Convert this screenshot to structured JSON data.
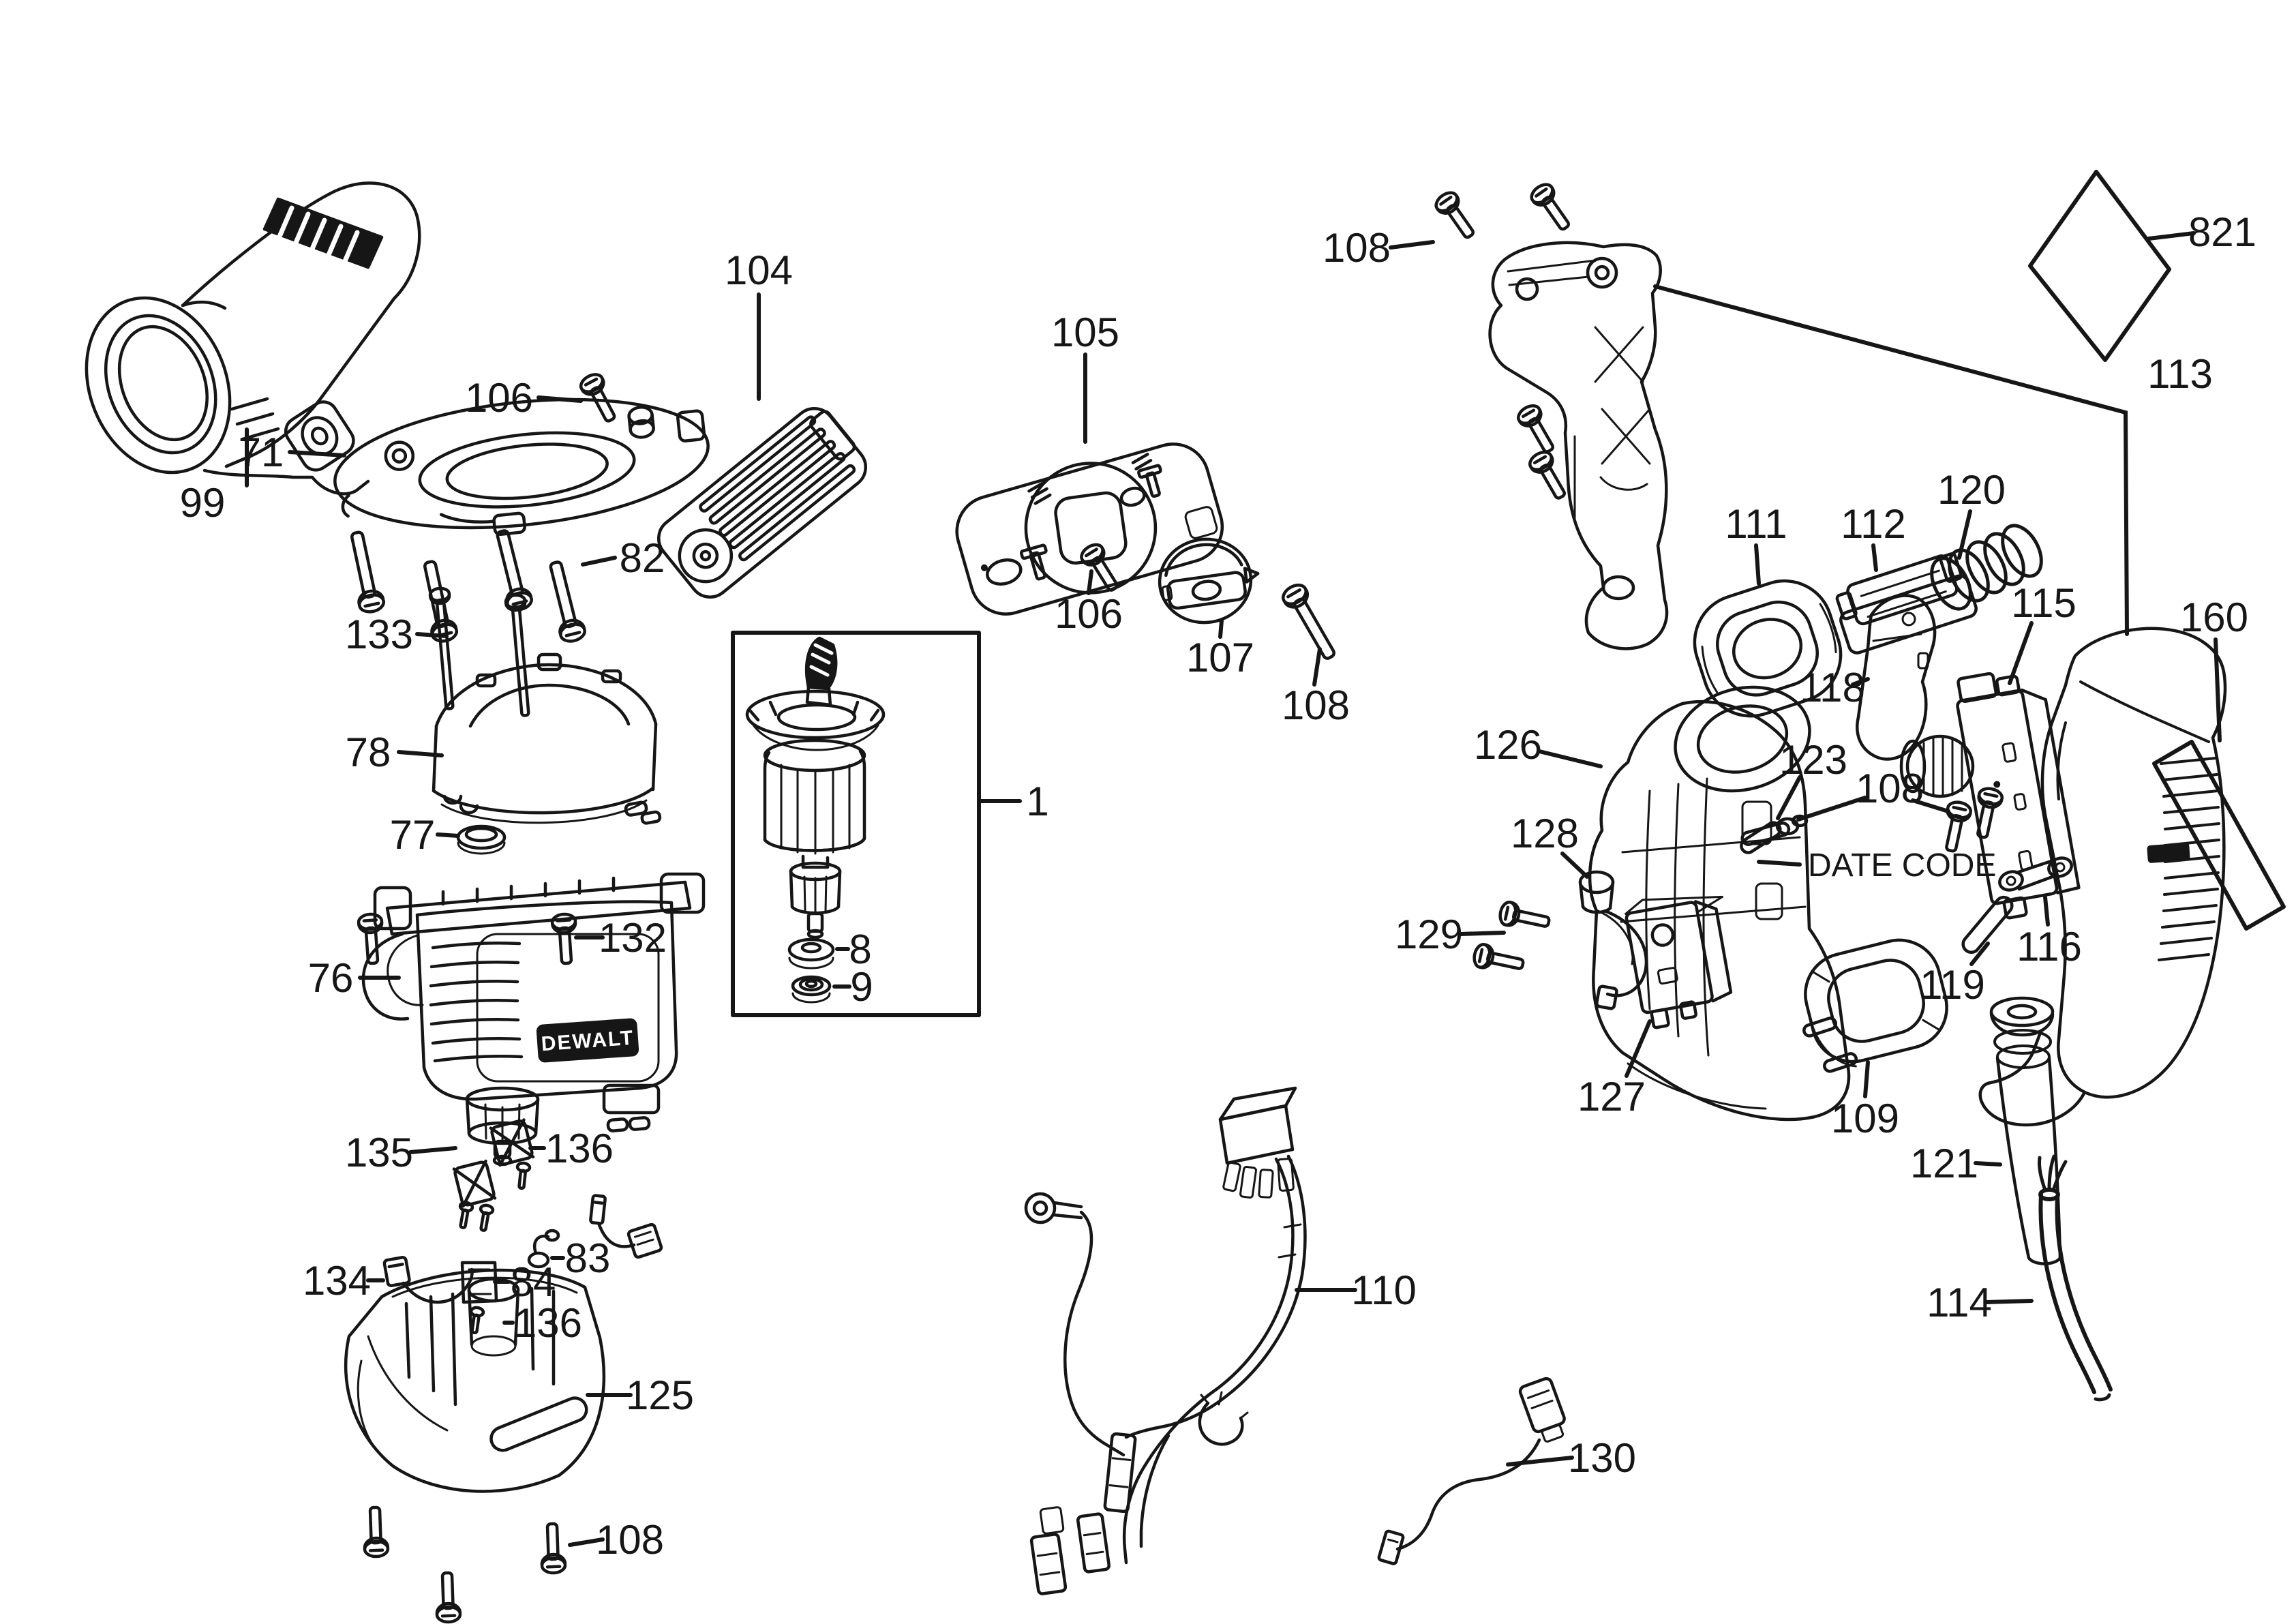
{
  "diagram": {
    "type": "exploded-parts-diagram",
    "brand_badge": "DEWALT",
    "date_code_label": "DATE CODE",
    "colors": {
      "line": "#161616",
      "background": "#ffffff"
    },
    "callouts": [
      {
        "id": "99",
        "part": "99",
        "target": "front-motor-housing"
      },
      {
        "id": "71",
        "part": "71",
        "target": "baffle-plate"
      },
      {
        "id": "106a",
        "part": "106",
        "target": "screw"
      },
      {
        "id": "104",
        "part": "104",
        "target": "vented-cover-plate"
      },
      {
        "id": "82",
        "part": "82",
        "target": "screws"
      },
      {
        "id": "133",
        "part": "133",
        "target": "long-screws"
      },
      {
        "id": "78",
        "part": "78",
        "target": "field-stator"
      },
      {
        "id": "77",
        "part": "77",
        "target": "spacer-ring"
      },
      {
        "id": "76",
        "part": "76",
        "target": "motor-housing"
      },
      {
        "id": "132",
        "part": "132",
        "target": "screw"
      },
      {
        "id": "135",
        "part": "135",
        "target": "brush-holder-plates"
      },
      {
        "id": "136a",
        "part": "136",
        "target": "screws"
      },
      {
        "id": "134",
        "part": "134",
        "target": "brush-lead"
      },
      {
        "id": "84",
        "part": "84",
        "target": "brush-holder"
      },
      {
        "id": "83",
        "part": "83",
        "target": "brush-assembly"
      },
      {
        "id": "136b",
        "part": "136",
        "target": "screw"
      },
      {
        "id": "125",
        "part": "125",
        "target": "end-cap-housing"
      },
      {
        "id": "108a",
        "part": "108",
        "target": "screws"
      },
      {
        "id": "1",
        "part": "1",
        "target": "armature-assembly"
      },
      {
        "id": "8",
        "part": "8",
        "target": "bearing"
      },
      {
        "id": "9",
        "part": "9",
        "target": "bearing"
      },
      {
        "id": "105",
        "part": "105",
        "target": "mode-selector-cover"
      },
      {
        "id": "106b",
        "part": "106",
        "target": "screw"
      },
      {
        "id": "107",
        "part": "107",
        "target": "mode-dial"
      },
      {
        "id": "108b",
        "part": "108",
        "target": "screw"
      },
      {
        "id": "108c",
        "part": "108",
        "target": "screws"
      },
      {
        "id": "821",
        "part": "821",
        "target": "warning-label"
      },
      {
        "id": "113",
        "part": "113",
        "target": "handle-housing-set"
      },
      {
        "id": "111",
        "part": "111",
        "target": "boot-grommet"
      },
      {
        "id": "112",
        "part": "112",
        "target": "lock-on-slider"
      },
      {
        "id": "120",
        "part": "120",
        "target": "spring"
      },
      {
        "id": "115",
        "part": "115",
        "target": "switch"
      },
      {
        "id": "160",
        "part": "160",
        "target": "nameplate-label"
      },
      {
        "id": "118",
        "part": "118",
        "target": "trigger"
      },
      {
        "id": "123",
        "part": "123",
        "target": "pin"
      },
      {
        "id": "126",
        "part": "126",
        "target": "inner-housing-half"
      },
      {
        "id": "108d",
        "part": "108",
        "target": "screws"
      },
      {
        "id": "128",
        "part": "128",
        "target": "cord-protector"
      },
      {
        "id": "129",
        "part": "129",
        "target": "screws"
      },
      {
        "id": "127",
        "part": "127",
        "target": "switch-module"
      },
      {
        "id": "116",
        "part": "116",
        "target": "retaining-clip"
      },
      {
        "id": "119",
        "part": "119",
        "target": "pin"
      },
      {
        "id": "109",
        "part": "109",
        "target": "gasket-boot"
      },
      {
        "id": "121",
        "part": "121",
        "target": "handle-tube"
      },
      {
        "id": "110",
        "part": "110",
        "target": "wire-harness"
      },
      {
        "id": "130",
        "part": "130",
        "target": "lead-wire"
      },
      {
        "id": "114",
        "part": "114",
        "target": "power-cord"
      }
    ]
  }
}
